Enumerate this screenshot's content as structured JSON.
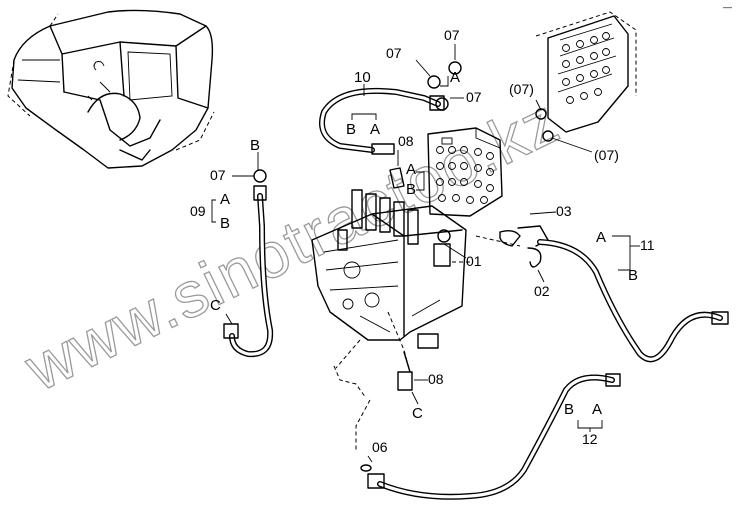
{
  "corner_mark": "—",
  "watermark": "www.sinotractoo.kz",
  "labels": {
    "p07_top": "07",
    "p07_top_left": "07",
    "p07_top_A": "A",
    "p07_top_right": "07",
    "p10": "10",
    "p10_B": "B",
    "p10_A": "A",
    "p08_top": "08",
    "p08_A": "A",
    "p08_B": "B",
    "p07_left": "07",
    "p07_left_B": "B",
    "p09": "09",
    "p09_A": "A",
    "p09_B": "B",
    "pC_left": "C",
    "p01": "01",
    "p03": "03",
    "p02": "02",
    "p11": "11",
    "p11_A": "A",
    "p11_B": "B",
    "p08_bottom": "08",
    "pC_bottom": "C",
    "p06": "06",
    "p12": "12",
    "p12_B": "B",
    "p12_A": "A",
    "p07_inset_left": "(07)",
    "p07_inset_bottom": "(07)"
  }
}
